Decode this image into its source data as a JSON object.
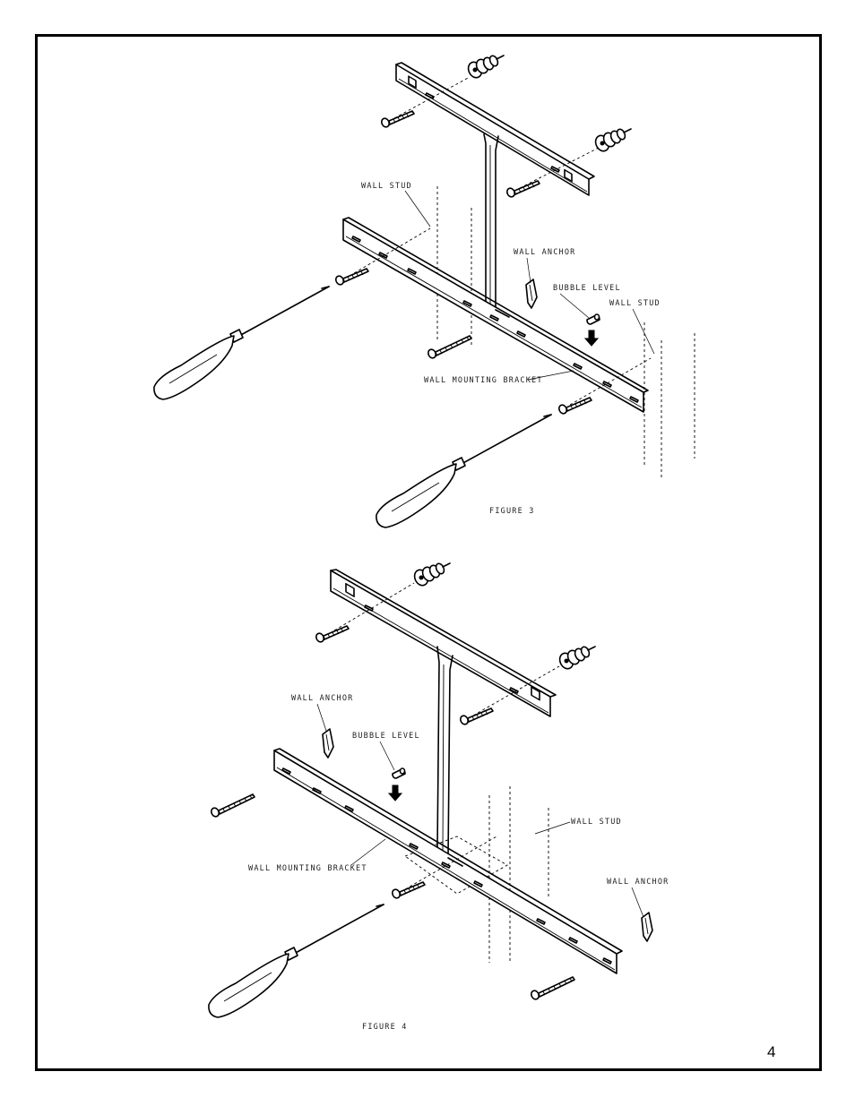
{
  "page": {
    "number": "4"
  },
  "figure3": {
    "caption": "FIGURE 3",
    "labels": {
      "wall_stud_left": "WALL STUD",
      "wall_anchor": "WALL ANCHOR",
      "bubble_level": "BUBBLE LEVEL",
      "wall_stud_right": "WALL STUD",
      "wall_mounting_bracket": "WALL MOUNTING BRACKET"
    }
  },
  "figure4": {
    "caption": "FIGURE 4",
    "labels": {
      "wall_anchor_left": "WALL ANCHOR",
      "bubble_level": "BUBBLE LEVEL",
      "wall_stud": "WALL STUD",
      "wall_mounting_bracket": "WALL MOUNTING BRACKET",
      "wall_anchor_right": "WALL ANCHOR"
    }
  }
}
